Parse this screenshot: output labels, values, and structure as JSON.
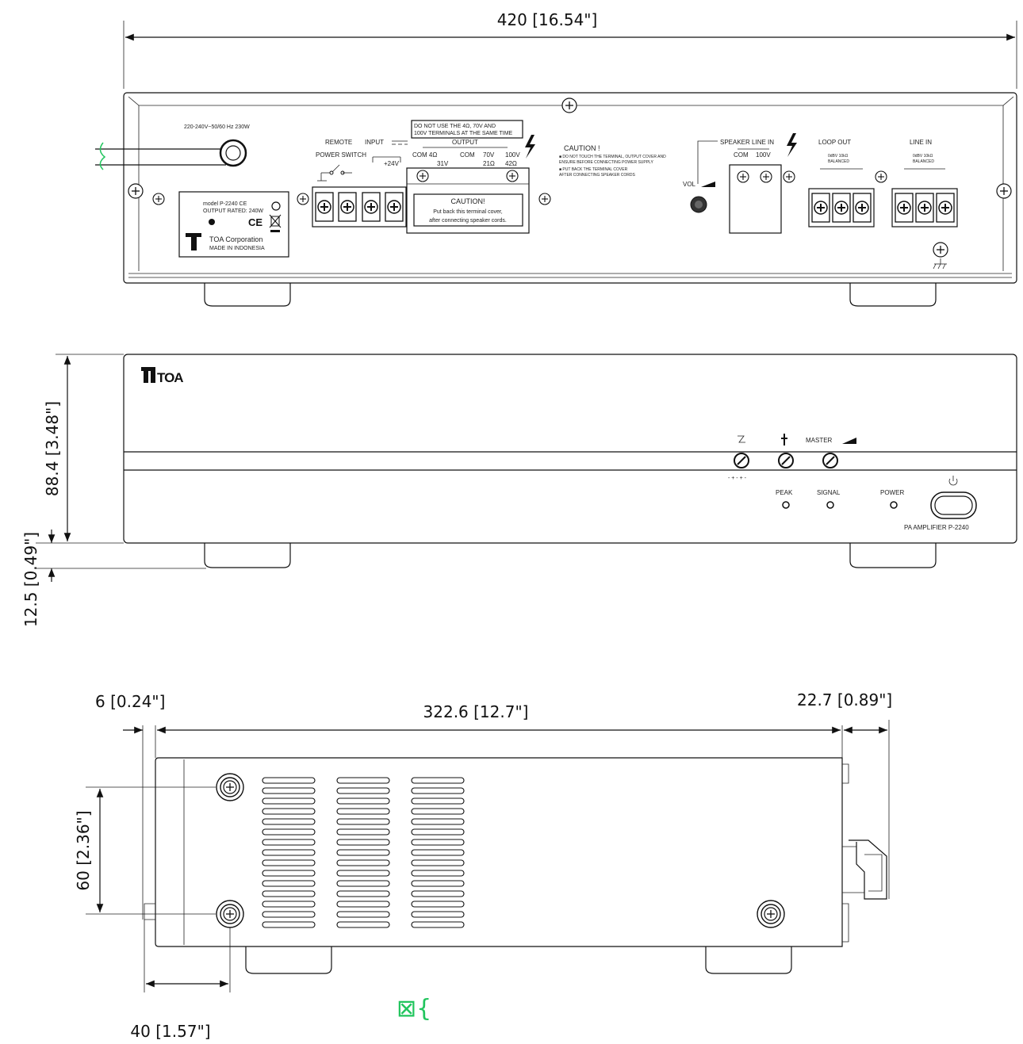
{
  "dimensions": {
    "width_top": "420 [16.54\"]",
    "height_front": "88.4 [3.48\"]",
    "feet_height": "12.5 [0.49\"]",
    "depth_body": "322.6 [12.7\"]",
    "front_offset": "6 [0.24\"]",
    "rear_protrusion": "22.7 [0.89\"]",
    "hole_spacing_v": "60 [2.36\"]",
    "hole_offset_h": "40 [1.57\"]"
  },
  "rear_panel": {
    "power_label": "220-240V~50/60 Hz 230W",
    "remote": "REMOTE",
    "power_switch": "POWER SWITCH",
    "input": "INPUT",
    "plus24v": "+24V",
    "output": "OUTPUT",
    "warning_line1": "DO NOT USE THE 4Ω, 70V AND",
    "warning_line2": "100V TERMINALS AT THE SAME TIME",
    "com_4ohm": "COM 4Ω",
    "v31": "31V",
    "com": "COM",
    "v70": "70V",
    "ohm21": "21Ω",
    "v100": "100V",
    "ohm42": "42Ω",
    "caution_title": "CAUTION!",
    "caution_line1": "Put back this terminal cover,",
    "caution_line2": "after connecting speaker cords.",
    "caution2_title": "CAUTION !",
    "caution2_line1": "■ DO NOT TOUCH THE TERMINAL, OUTPUT COVER AND",
    "caution2_line2": "  ENSURE BEFORE CONNECTING POWER SUPPLY",
    "caution2_line3": "■ PUT BACK THE TERMINAL COVER",
    "caution2_line4": "  AFTER CONNECTING SPEAKER CORDS",
    "speaker_line_in": "SPEAKER LINE IN",
    "sl_com": "COM",
    "sl_100v": "100V",
    "vol": "VOL",
    "loop_out": "LOOP OUT",
    "loop_sub1": "0dBV 10kΩ",
    "loop_sub2": "BALANCED",
    "line_in": "LINE IN",
    "line_sub1": "0dBV 10kΩ",
    "line_sub2": "BALANCED",
    "model": "model P-2240 CE",
    "output_rated": "OUTPUT RATED: 240W",
    "toa_corp": "TOA Corporation",
    "made_in": "MADE IN INDONESIA",
    "ce_mark": "CE"
  },
  "front_panel": {
    "logo": "TOA",
    "master": "MASTER",
    "peak": "PEAK",
    "signal": "SIGNAL",
    "power": "POWER",
    "model_label": "PA AMPLIFIER P-2240",
    "scale_marks": "- + - + -"
  },
  "overlay_glyph": "⊠{"
}
